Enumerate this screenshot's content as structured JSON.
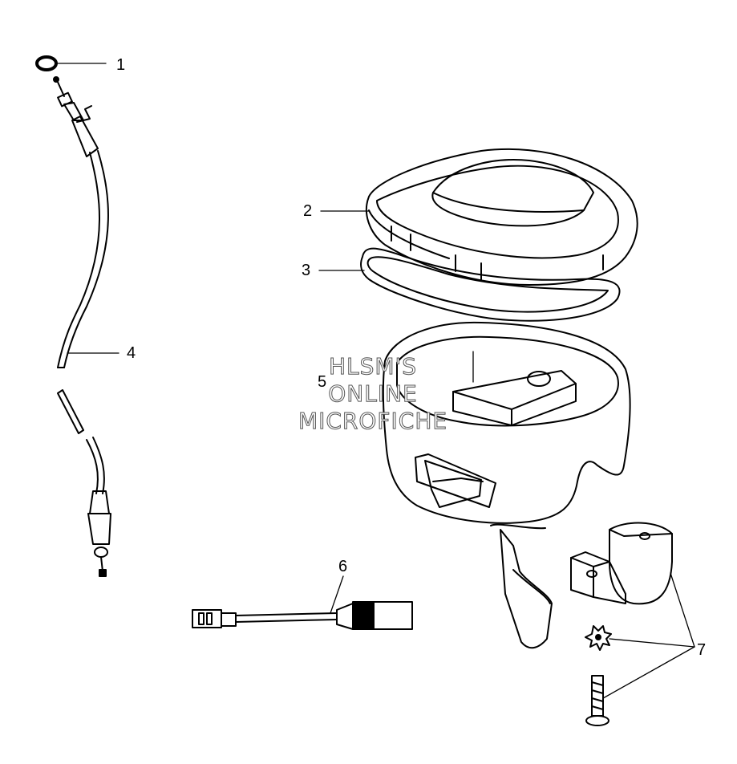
{
  "callouts": [
    "1",
    "2",
    "3",
    "4",
    "5",
    "6",
    "7"
  ],
  "watermark": [
    "HLSM'S",
    "ONLINE",
    "MICROFICHE"
  ],
  "colors": {
    "ink": "#000000",
    "paper": "#ffffff"
  }
}
